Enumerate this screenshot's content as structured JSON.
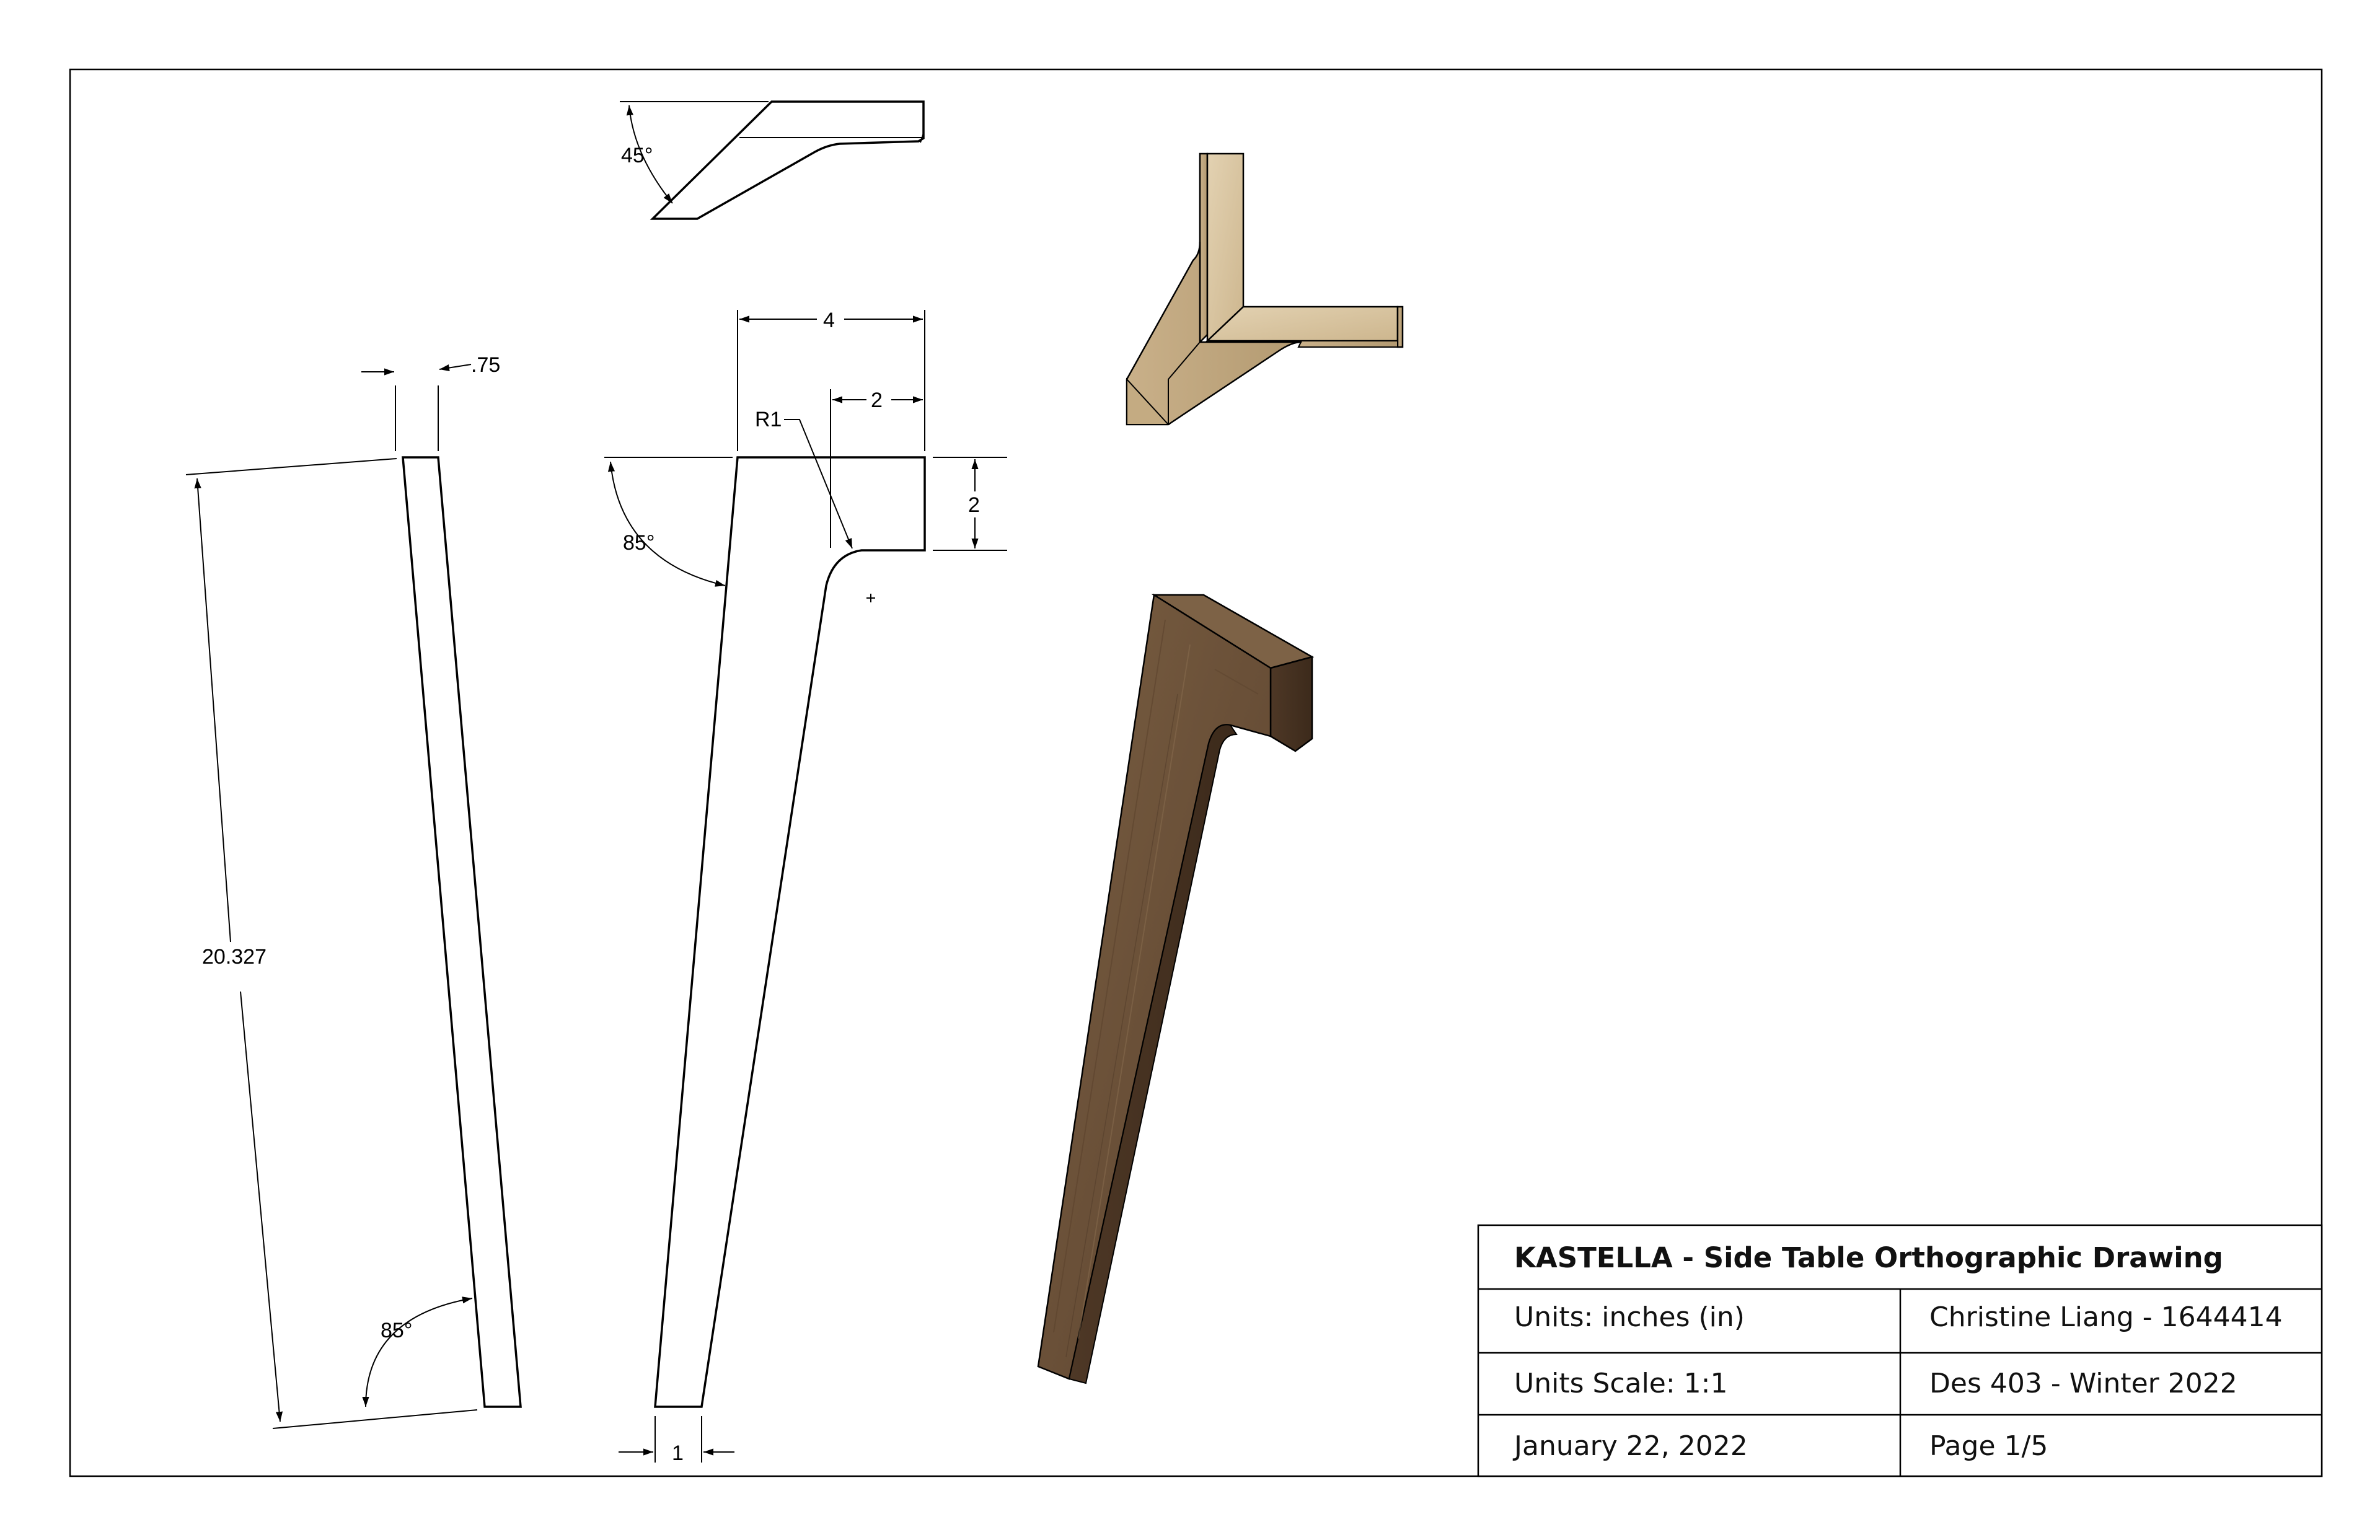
{
  "drawing": {
    "dimensions": {
      "thickness": ".75",
      "length": "20.327",
      "width_top": "4",
      "notch_width": "2",
      "notch_depth": "2",
      "radius": "R1",
      "bottom_width": "1",
      "angle_top": "85°",
      "angle_bottom": "85°",
      "angle_top_view": "45°"
    }
  },
  "title_block": {
    "title": "KASTELLA - Side Table Orthographic Drawing",
    "units": "Units: inches (in)",
    "author": "Christine Liang - 1644414",
    "scale": "Units Scale: 1:1",
    "course": "Des 403 - Winter 2022",
    "date": "January 22, 2022",
    "page": "Page 1/5"
  },
  "colors": {
    "light_wood": "#d9c6a3",
    "light_wood_dark": "#bba67e",
    "dark_wood": "#6b5238",
    "dark_wood_dark": "#4a3624",
    "line": "#000000"
  }
}
